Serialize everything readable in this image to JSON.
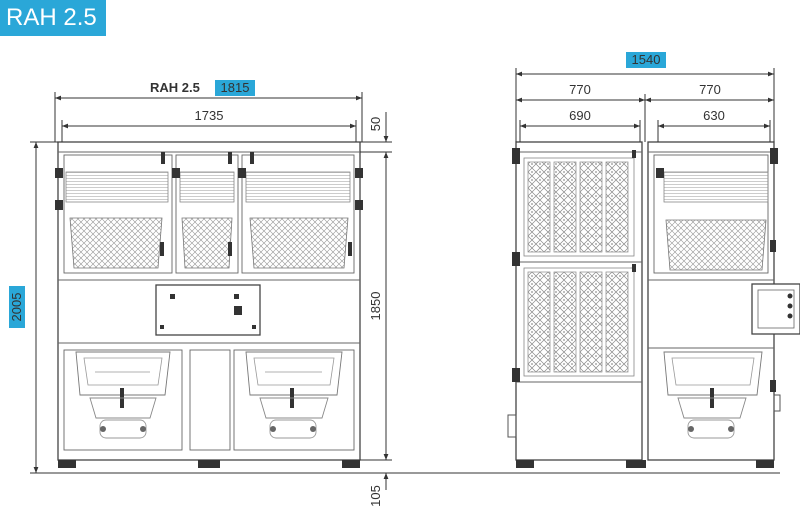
{
  "title": "RAH 2.5",
  "front_view": {
    "model_label": "RAH 2.5",
    "overall_width": "1815",
    "inner_width": "1735",
    "top_offset": "50",
    "height_side": "1850",
    "total_height": "2005",
    "foot_height": "105"
  },
  "side_view": {
    "overall_depth": "1540",
    "left_section": "770",
    "right_section": "770",
    "left_inner": "690",
    "right_inner": "630"
  },
  "colors": {
    "accent": "#2aa7d8",
    "line": "#333333"
  }
}
